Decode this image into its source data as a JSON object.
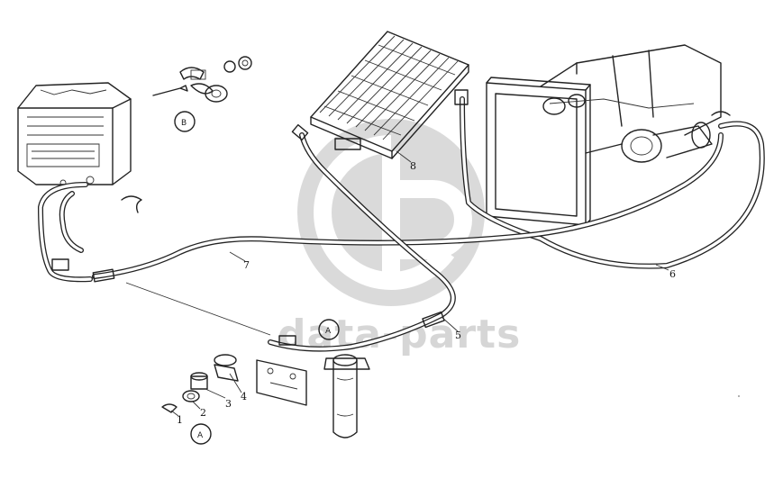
{
  "diagram": {
    "callouts": [
      {
        "id": "c1",
        "text": "1"
      },
      {
        "id": "c2",
        "text": "2"
      },
      {
        "id": "c3",
        "text": "3"
      },
      {
        "id": "c4",
        "text": "4"
      },
      {
        "id": "c5",
        "text": "5"
      },
      {
        "id": "c6",
        "text": "6"
      },
      {
        "id": "c7",
        "text": "7"
      },
      {
        "id": "c8",
        "text": "8"
      }
    ],
    "circle_refs": [
      {
        "id": "rB",
        "text": "B"
      },
      {
        "id": "rA1",
        "text": "A"
      },
      {
        "id": "rA2",
        "text": "A"
      }
    ]
  },
  "watermark": {
    "text": "data-parts",
    "color": "#c9c9c9"
  }
}
